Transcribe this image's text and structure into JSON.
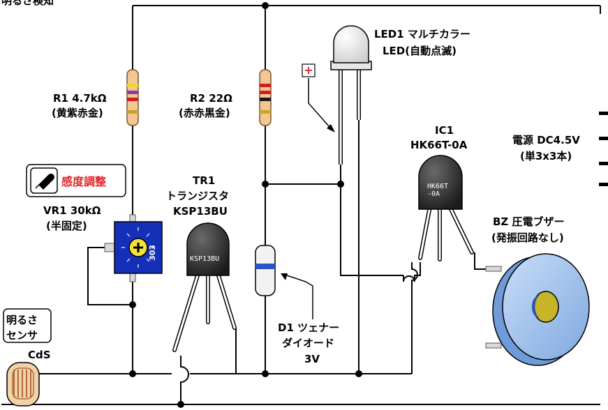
{
  "header": {
    "title_fragment": "明るさ検知"
  },
  "components": {
    "r1": {
      "name": "R1 4.7kΩ",
      "bands": "(黄紫赤金)",
      "band_colors": [
        "#e8d832",
        "#8a3aa8",
        "#cc2020",
        "#c9a42a"
      ]
    },
    "r2": {
      "name": "R2 22Ω",
      "bands": "(赤赤黒金)",
      "band_colors": [
        "#cc2020",
        "#cc2020",
        "#1a1a1a",
        "#c9a42a"
      ]
    },
    "vr1": {
      "badge": "感度調整",
      "name": "VR1 30kΩ",
      "note": "(半固定)",
      "marking": "303",
      "body_color": "#1530b8"
    },
    "tr1": {
      "ref": "TR1",
      "type": "トランジスタ",
      "part": "KSP13BU",
      "marking": "KSP13BU"
    },
    "led1": {
      "line1": "LED1 マルチカラー",
      "line2": "LED(自動点滅)",
      "plus": "+"
    },
    "ic1": {
      "ref": "IC1",
      "part": "HK66T-0A",
      "marking_line1": "HK66T",
      "marking_line2": "-0A"
    },
    "power": {
      "line1": "電源 DC4.5V",
      "line2": "(単3x3本)"
    },
    "bz": {
      "line1": "BZ 圧電ブザー",
      "line2": "(発振回路なし)",
      "body_color": "#a9c8ef",
      "center_color": "#c8b428"
    },
    "d1": {
      "line1": "D1 ツェナー",
      "line2": "ダイオード",
      "line3": "3V",
      "band_color": "#2a55c8"
    },
    "cds": {
      "badge_line1": "明るさ",
      "badge_line2": "センサ",
      "name": "CdS"
    }
  },
  "colors": {
    "wire": "#000000",
    "resistor_body": "#f5c592",
    "accent_red": "#e0252b"
  }
}
